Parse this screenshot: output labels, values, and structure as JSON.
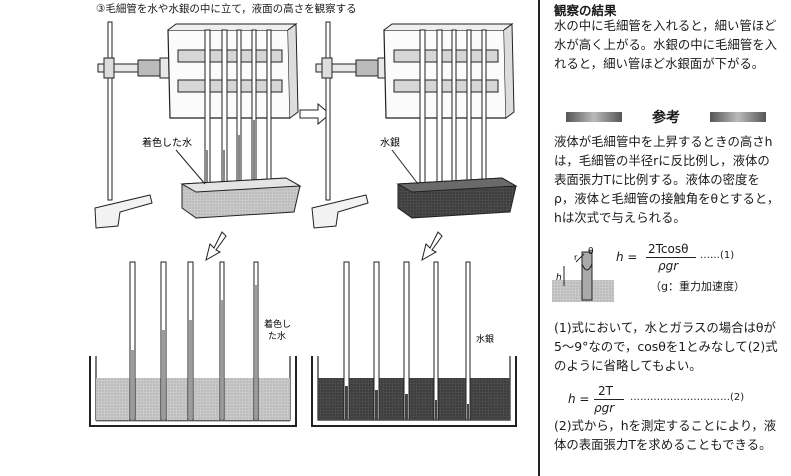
{
  "figure": {
    "caption": "③毛細管を水や水銀の中に立て，液面の高さを観察する",
    "label_colored_water": "着色した水",
    "label_mercury": "水銀",
    "label_colored_water_detail_1": "着色し",
    "label_colored_water_detail_2": "た水",
    "label_mercury_detail": "水銀"
  },
  "sidebar": {
    "result_heading": "観察の結果",
    "result_text": "水の中に毛細管を入れると，細い管ほど水が高く上がる。水銀の中に毛細管を入れると，細い管ほど水銀面が下がる。",
    "reference_title": "参考",
    "reference_text": "液体が毛細管中を上昇するときの高さhは，毛細管の半径rに反比例し，液体の表面張力Tに比例する。液体の密度をρ，液体と毛細管の接触角をθとすると，hは次式で与えられる。",
    "formula1_lhs": "h =",
    "formula1_num": "2Tcosθ",
    "formula1_den": "ρgr",
    "formula1_tag": "……(1)",
    "formula1_note": "（g：重力加速度）",
    "diagram_theta": "θ",
    "diagram_r": "r",
    "diagram_h": "h",
    "approx_text": "(1)式において，水とガラスの場合はθが5～9°なので，cosθを1とみなして(2)式のように省略してもよい。",
    "formula2_lhs": "h =",
    "formula2_num": "2T",
    "formula2_den": "ρgr",
    "formula2_tag": "…………………………(2)",
    "conclusion_text": "(2)式から，hを測定することにより，液体の表面張力Tを求めることもできる。"
  }
}
